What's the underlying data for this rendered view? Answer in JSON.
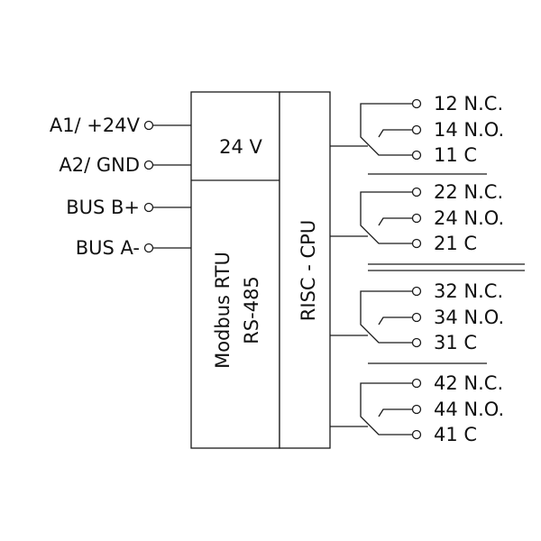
{
  "inputs": {
    "a1": "A1/ +24V",
    "a2": "A2/ GND",
    "busb": "BUS B+",
    "busa": "BUS A-"
  },
  "blocks": {
    "power": "24 V",
    "comm_line1": "Modbus RTU",
    "comm_line2": "RS-485",
    "cpu": "RISC - CPU"
  },
  "relays": [
    {
      "nc": "12 N.C.",
      "no": "14 N.O.",
      "c": "11 C"
    },
    {
      "nc": "22 N.C.",
      "no": "24 N.O.",
      "c": "21 C"
    },
    {
      "nc": "32 N.C.",
      "no": "34 N.O.",
      "c": "31 C"
    },
    {
      "nc": "42 N.C.",
      "no": "44 N.O.",
      "c": "41 C"
    }
  ]
}
